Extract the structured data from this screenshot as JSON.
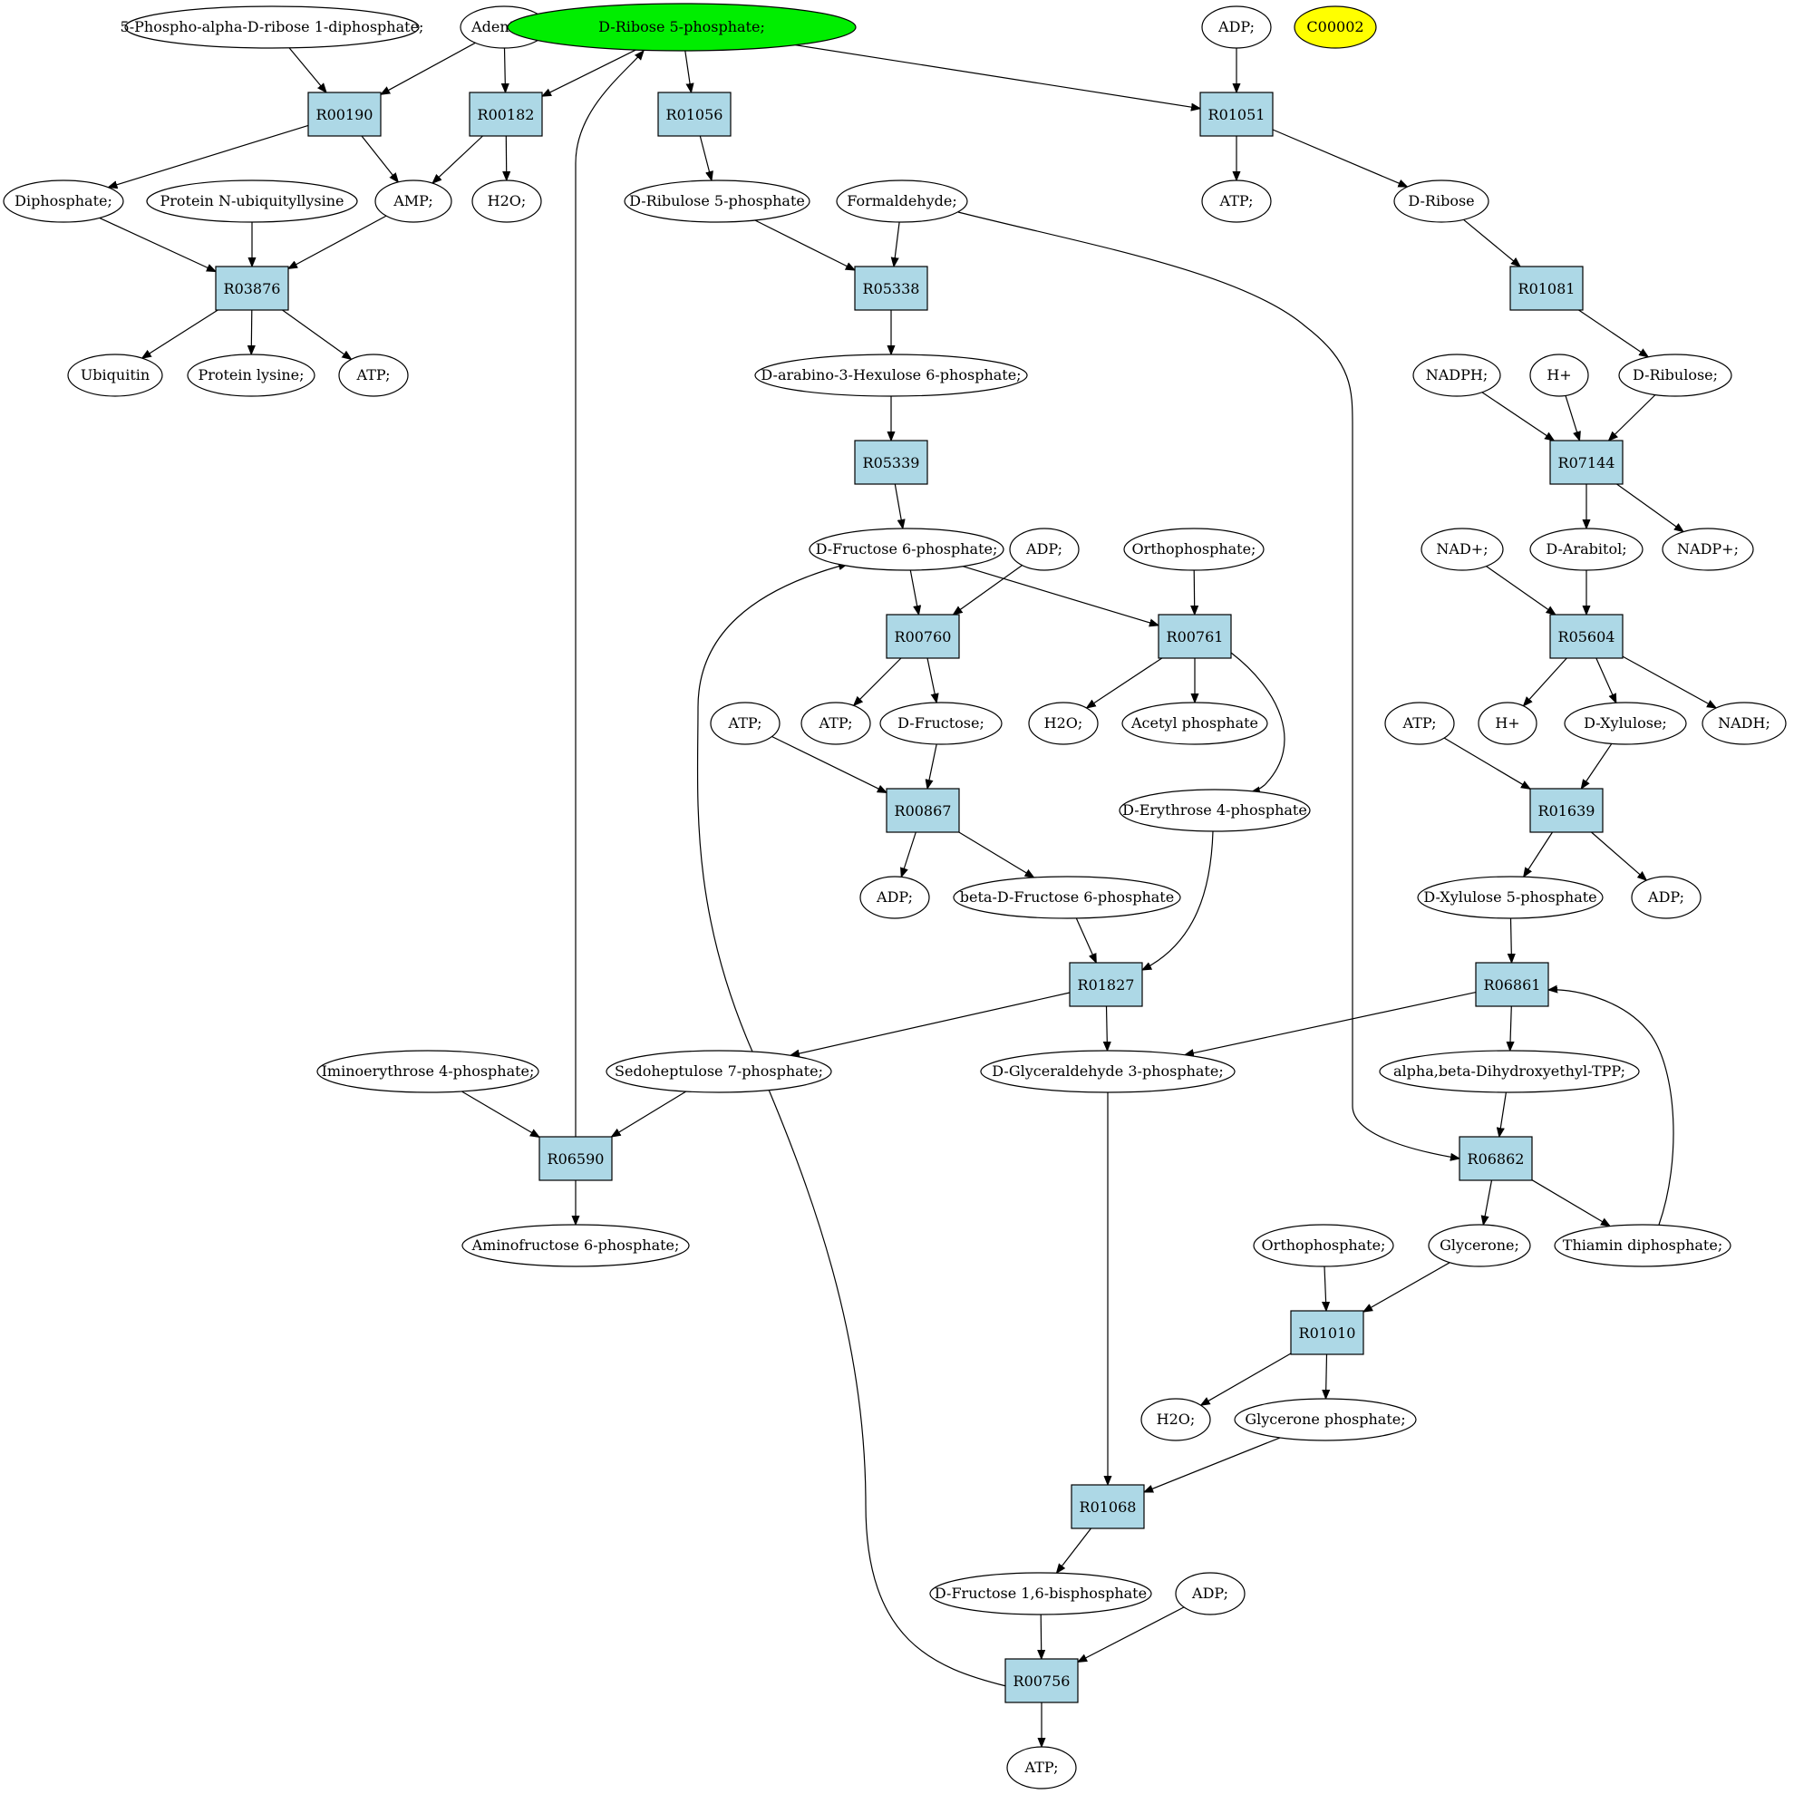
{
  "colors": {
    "reaction_fill": "#add8e6",
    "highlight_green": "#00ee00",
    "highlight_yellow": "#ffff00",
    "compound_fill": "#ffffff",
    "stroke": "#000000"
  },
  "compounds": {
    "c_prpp": {
      "label": "5-Phospho-alpha-D-ribose 1-diphosphate;"
    },
    "c_adenine": {
      "label": "Adenine;"
    },
    "c_r5p": {
      "label": "D-Ribose 5-phosphate;",
      "highlight": "green"
    },
    "c_adp1": {
      "label": "ADP;"
    },
    "c_c00002": {
      "label": "C00002",
      "highlight": "yellow"
    },
    "c_diphosphate": {
      "label": "Diphosphate;"
    },
    "c_protein_nub": {
      "label": "Protein N-ubiquityllysine"
    },
    "c_amp": {
      "label": "AMP;"
    },
    "c_h2o1": {
      "label": "H2O;"
    },
    "c_ru5p": {
      "label": "D-Ribulose 5-phosphate"
    },
    "c_formaldehyde": {
      "label": "Formaldehyde;"
    },
    "c_atp1": {
      "label": "ATP;"
    },
    "c_ribose": {
      "label": "D-Ribose"
    },
    "c_ubiquitin": {
      "label": "Ubiquitin"
    },
    "c_protein_lysine": {
      "label": "Protein lysine;"
    },
    "c_atp2": {
      "label": "ATP;"
    },
    "c_hexulose6p": {
      "label": "D-arabino-3-Hexulose 6-phosphate;"
    },
    "c_nadph": {
      "label": "NADPH;"
    },
    "c_hplus1": {
      "label": "H+"
    },
    "c_ribulose": {
      "label": "D-Ribulose;"
    },
    "c_f6p": {
      "label": "D-Fructose 6-phosphate;"
    },
    "c_adp2": {
      "label": "ADP;"
    },
    "c_orthophosphate1": {
      "label": "Orthophosphate;"
    },
    "c_nadplus": {
      "label": "NAD+;"
    },
    "c_arabitol": {
      "label": "D-Arabitol;"
    },
    "c_nadpplus": {
      "label": "NADP+;"
    },
    "c_atp3": {
      "label": "ATP;"
    },
    "c_atp4": {
      "label": "ATP;"
    },
    "c_fructose": {
      "label": "D-Fructose;"
    },
    "c_h2o2": {
      "label": "H2O;"
    },
    "c_acetylp": {
      "label": "Acetyl phosphate"
    },
    "c_atp5": {
      "label": "ATP;"
    },
    "c_hplus2": {
      "label": "H+"
    },
    "c_xylulose": {
      "label": "D-Xylulose;"
    },
    "c_nadh": {
      "label": "NADH;"
    },
    "c_e4p": {
      "label": "D-Erythrose 4-phosphate"
    },
    "c_adp3": {
      "label": "ADP;"
    },
    "c_bf6p": {
      "label": "beta-D-Fructose 6-phosphate"
    },
    "c_xu5p": {
      "label": "D-Xylulose 5-phosphate"
    },
    "c_adp4": {
      "label": "ADP;"
    },
    "c_iminoe4p": {
      "label": "Iminoerythrose 4-phosphate;"
    },
    "c_s7p": {
      "label": "Sedoheptulose 7-phosphate;"
    },
    "c_g3p": {
      "label": "D-Glyceraldehyde 3-phosphate;"
    },
    "c_dhetpp": {
      "label": "alpha,beta-Dihydroxyethyl-TPP;"
    },
    "c_aminof6p": {
      "label": "Aminofructose 6-phosphate;"
    },
    "c_orthophosphate2": {
      "label": "Orthophosphate;"
    },
    "c_glycerone": {
      "label": "Glycerone;"
    },
    "c_tpp": {
      "label": "Thiamin diphosphate;"
    },
    "c_h2o3": {
      "label": "H2O;"
    },
    "c_dhap": {
      "label": "Glycerone phosphate;"
    },
    "c_fbp": {
      "label": "D-Fructose 1,6-bisphosphate"
    },
    "c_adp5": {
      "label": "ADP;"
    },
    "c_atp6": {
      "label": "ATP;"
    }
  },
  "reactions": {
    "r00190": {
      "label": "R00190"
    },
    "r00182": {
      "label": "R00182"
    },
    "r01056": {
      "label": "R01056"
    },
    "r01051": {
      "label": "R01051"
    },
    "r03876": {
      "label": "R03876"
    },
    "r05338": {
      "label": "R05338"
    },
    "r01081": {
      "label": "R01081"
    },
    "r05339": {
      "label": "R05339"
    },
    "r07144": {
      "label": "R07144"
    },
    "r00760": {
      "label": "R00760"
    },
    "r00761": {
      "label": "R00761"
    },
    "r05604": {
      "label": "R05604"
    },
    "r00867": {
      "label": "R00867"
    },
    "r01639": {
      "label": "R01639"
    },
    "r01827": {
      "label": "R01827"
    },
    "r06861": {
      "label": "R06861"
    },
    "r06590": {
      "label": "R06590"
    },
    "r06862": {
      "label": "R06862"
    },
    "r01010": {
      "label": "R01010"
    },
    "r01068": {
      "label": "R01068"
    },
    "r00756": {
      "label": "R00756"
    }
  },
  "edges": [
    {
      "from": "c_prpp",
      "to": "r00190"
    },
    {
      "from": "c_adenine",
      "to": "r00190"
    },
    {
      "from": "c_adenine",
      "to": "r00182"
    },
    {
      "from": "c_r5p",
      "to": "r00182"
    },
    {
      "from": "c_r5p",
      "to": "r01056"
    },
    {
      "from": "c_r5p",
      "to": "r01051"
    },
    {
      "from": "c_adp1",
      "to": "r01051"
    },
    {
      "from": "r00190",
      "to": "c_diphosphate"
    },
    {
      "from": "r00190",
      "to": "c_amp"
    },
    {
      "from": "r00182",
      "to": "c_amp"
    },
    {
      "from": "r00182",
      "to": "c_h2o1"
    },
    {
      "from": "r01056",
      "to": "c_ru5p"
    },
    {
      "from": "r01051",
      "to": "c_atp1"
    },
    {
      "from": "r01051",
      "to": "c_ribose"
    },
    {
      "from": "c_diphosphate",
      "to": "r03876"
    },
    {
      "from": "c_protein_nub",
      "to": "r03876"
    },
    {
      "from": "c_amp",
      "to": "r03876"
    },
    {
      "from": "r03876",
      "to": "c_ubiquitin"
    },
    {
      "from": "r03876",
      "to": "c_protein_lysine"
    },
    {
      "from": "r03876",
      "to": "c_atp2"
    },
    {
      "from": "c_ru5p",
      "to": "r05338"
    },
    {
      "from": "c_formaldehyde",
      "to": "r05338"
    },
    {
      "from": "c_formaldehyde",
      "to": "r06862",
      "curve": "formaldehyde_r06862"
    },
    {
      "from": "r05338",
      "to": "c_hexulose6p"
    },
    {
      "from": "c_hexulose6p",
      "to": "r05339"
    },
    {
      "from": "r05339",
      "to": "c_f6p"
    },
    {
      "from": "c_ribose",
      "to": "r01081"
    },
    {
      "from": "r01081",
      "to": "c_ribulose"
    },
    {
      "from": "c_nadph",
      "to": "r07144"
    },
    {
      "from": "c_hplus1",
      "to": "r07144"
    },
    {
      "from": "c_ribulose",
      "to": "r07144"
    },
    {
      "from": "r07144",
      "to": "c_arabitol"
    },
    {
      "from": "r07144",
      "to": "c_nadpplus"
    },
    {
      "from": "c_f6p",
      "to": "r00760"
    },
    {
      "from": "c_adp2",
      "to": "r00760"
    },
    {
      "from": "c_f6p",
      "to": "r00761"
    },
    {
      "from": "c_orthophosphate1",
      "to": "r00761"
    },
    {
      "from": "r00760",
      "to": "c_atp4"
    },
    {
      "from": "r00760",
      "to": "c_fructose"
    },
    {
      "from": "r00761",
      "to": "c_h2o2"
    },
    {
      "from": "r00761",
      "to": "c_acetylp"
    },
    {
      "from": "r00761",
      "to": "c_e4p",
      "curve": "r00761_e4p"
    },
    {
      "from": "c_nadplus",
      "to": "r05604"
    },
    {
      "from": "c_arabitol",
      "to": "r05604"
    },
    {
      "from": "r05604",
      "to": "c_hplus2"
    },
    {
      "from": "r05604",
      "to": "c_xylulose"
    },
    {
      "from": "r05604",
      "to": "c_nadh"
    },
    {
      "from": "c_atp3",
      "to": "r00867"
    },
    {
      "from": "c_fructose",
      "to": "r00867"
    },
    {
      "from": "r00867",
      "to": "c_adp3"
    },
    {
      "from": "r00867",
      "to": "c_bf6p"
    },
    {
      "from": "c_atp5",
      "to": "r01639"
    },
    {
      "from": "c_xylulose",
      "to": "r01639"
    },
    {
      "from": "r01639",
      "to": "c_xu5p"
    },
    {
      "from": "r01639",
      "to": "c_adp4"
    },
    {
      "from": "c_bf6p",
      "to": "r01827"
    },
    {
      "from": "c_e4p",
      "to": "r01827",
      "curve": "e4p_r01827"
    },
    {
      "from": "r01827",
      "to": "c_s7p"
    },
    {
      "from": "r01827",
      "to": "c_g3p"
    },
    {
      "from": "c_xu5p",
      "to": "r06861"
    },
    {
      "from": "r06861",
      "to": "c_g3p"
    },
    {
      "from": "r06861",
      "to": "c_dhetpp"
    },
    {
      "from": "c_iminoe4p",
      "to": "r06590"
    },
    {
      "from": "c_s7p",
      "to": "r06590"
    },
    {
      "from": "r06590",
      "to": "c_aminof6p"
    },
    {
      "from": "r06590",
      "to": "c_r5p",
      "curve": "r06590_r5p"
    },
    {
      "from": "c_dhetpp",
      "to": "r06862"
    },
    {
      "from": "r06862",
      "to": "c_glycerone"
    },
    {
      "from": "r06862",
      "to": "c_tpp"
    },
    {
      "from": "c_tpp",
      "to": "r06861",
      "curve": "tpp_r06861"
    },
    {
      "from": "c_orthophosphate2",
      "to": "r01010"
    },
    {
      "from": "c_glycerone",
      "to": "r01010"
    },
    {
      "from": "r01010",
      "to": "c_h2o3"
    },
    {
      "from": "r01010",
      "to": "c_dhap"
    },
    {
      "from": "c_g3p",
      "to": "r01068"
    },
    {
      "from": "c_dhap",
      "to": "r01068"
    },
    {
      "from": "r01068",
      "to": "c_fbp"
    },
    {
      "from": "c_fbp",
      "to": "r00756"
    },
    {
      "from": "c_adp5",
      "to": "r00756"
    },
    {
      "from": "r00756",
      "to": "c_atp6"
    },
    {
      "from": "r00756",
      "to": "c_f6p",
      "curve": "r00756_f6p"
    }
  ]
}
